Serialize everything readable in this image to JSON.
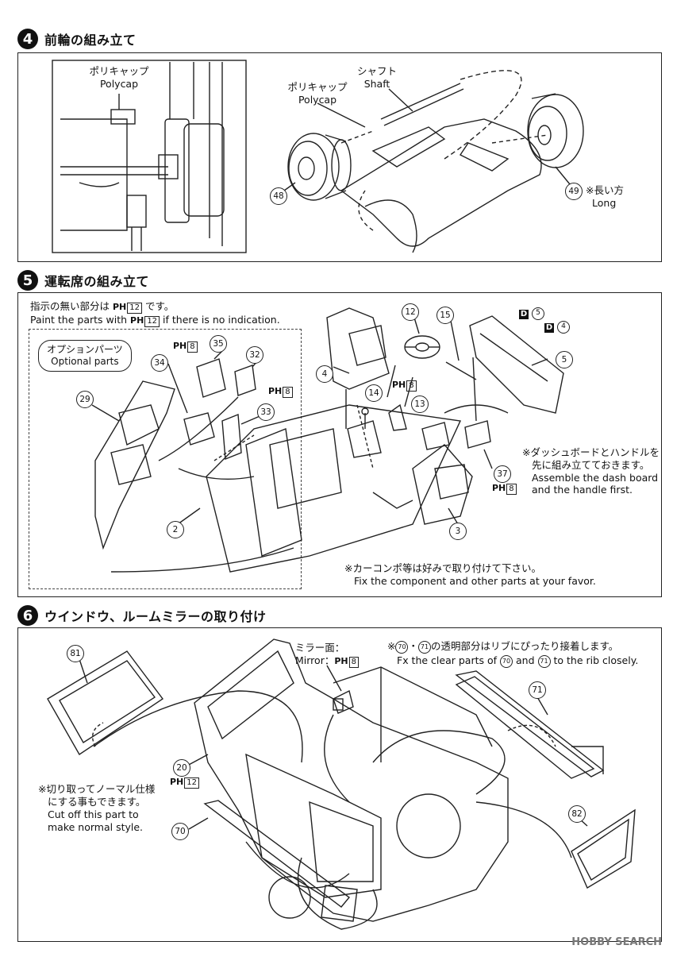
{
  "step4": {
    "number": "4",
    "title": "前輪の組み立て",
    "inset_polycap_jp": "ポリキャップ",
    "inset_polycap_en": "Polycap",
    "polycap_jp": "ポリキャップ",
    "polycap_en": "Polycap",
    "shaft_jp": "シャフト",
    "shaft_en": "Shaft",
    "part48": "48",
    "part49": "49",
    "long_jp": "※長い方",
    "long_en": "Long"
  },
  "step5": {
    "number": "5",
    "title": "運転席の組み立て",
    "note_jp_a": "指示の無い部分は",
    "note_jp_b": "です。",
    "note_en_a": "Paint the parts with",
    "note_en_b": "if there is no indication.",
    "ph_label": "PH",
    "ph12": "12",
    "ph8": "8",
    "option_jp": "オプションパーツ",
    "option_en": "Optional parts",
    "p29": "29",
    "p34": "34",
    "p35": "35",
    "p32": "32",
    "p33": "33",
    "p2": "2",
    "p4": "4",
    "p12": "12",
    "p14": "14",
    "p13": "13",
    "p15": "15",
    "p5": "5",
    "p37": "37",
    "p3": "3",
    "d_label": "D",
    "d5": "5",
    "d4": "4",
    "dash_note_jp1": "※ダッシュボードとハンドルを",
    "dash_note_jp2": "先に組み立てておきます。",
    "dash_note_en1": "Assemble the dash board",
    "dash_note_en2": "and the handle first.",
    "combo_note_jp": "※カーコンポ等は好みで取り付けて下さい。",
    "combo_note_en": "Fix the component and other parts at your favor."
  },
  "step6": {
    "number": "6",
    "title": "ウインドウ、ルームミラーの取り付け",
    "mirror_jp": "ミラー面：",
    "mirror_en": "Mirror：",
    "ph8": "8",
    "ph12": "12",
    "ph_label": "PH",
    "clear_note_jp_a": "※",
    "clear_note_jp_b": "70",
    "clear_note_jp_c": "・",
    "clear_note_jp_d": "71",
    "clear_note_jp_e": "の透明部分はリブにぴったり接着します。",
    "clear_note_en_a": "Fx the clear parts of",
    "clear_note_en_b": "70",
    "clear_note_en_c": "and",
    "clear_note_en_d": "71",
    "clear_note_en_e": "to the rib closely.",
    "p81": "81",
    "p71": "71",
    "p20": "20",
    "p70": "70",
    "p82": "82",
    "cut_note_jp1": "※切り取ってノーマル仕様",
    "cut_note_jp2": "にする事もできます。",
    "cut_note_en1": "Cut off this part to",
    "cut_note_en2": "make normal style."
  },
  "watermark": "HOBBY SEARCH"
}
